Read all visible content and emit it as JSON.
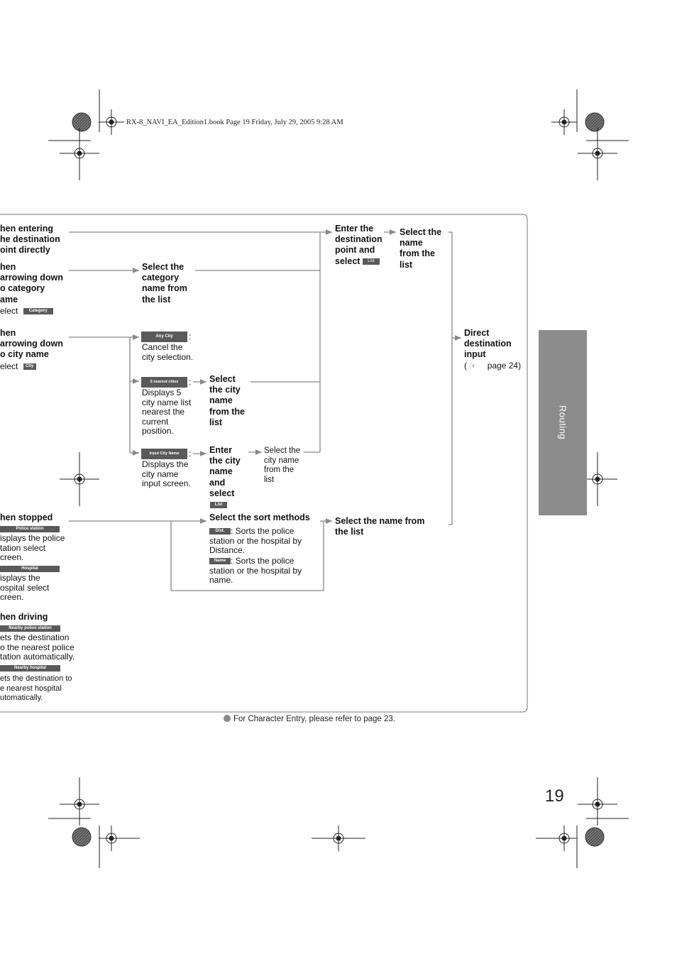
{
  "header": {
    "text": "RX-8_NAVI_EA_Edition1.book  Page 19  Friday, July 29, 2005  9:28 AM"
  },
  "side_tab": {
    "label": "Routing"
  },
  "page_number": "19",
  "footer_note": "For Character Entry, please refer to page 23.",
  "left": {
    "entering": [
      "hen entering",
      "he destination",
      "oint directly"
    ],
    "narrow_category": [
      "hen",
      "arrowing down",
      "o category",
      "ame"
    ],
    "narrow_category_select": "elect",
    "narrow_city": [
      "hen",
      "arrowing down",
      "o city name"
    ],
    "narrow_city_select": "elect",
    "stopped_title": "hen stopped",
    "stopped_police_desc": [
      "isplays the police",
      "tation select",
      "creen."
    ],
    "stopped_hospital_desc": [
      "isplays the",
      "ospital select",
      "creen."
    ],
    "driving_title": "hen driving",
    "driving_police_desc": [
      "ets the destination",
      "o the nearest police",
      "tation automatically."
    ],
    "driving_hospital_desc": [
      "ets the destination to",
      "e nearest hospital",
      "utomatically."
    ]
  },
  "buttons": {
    "category": "Category",
    "city": "City",
    "any_city": "Any City",
    "nearest_cities": "5 nearest cities",
    "input_city_name": "Input City Name",
    "list": "List",
    "police_station": "Police station",
    "hospital": "Hospital",
    "nearby_police": "Nearby police station",
    "nearby_hospital": "Nearby hospital",
    "dist": "Dist.",
    "name": "Name"
  },
  "middle": {
    "select_category": [
      "Select the",
      "category",
      "name from",
      "the list"
    ],
    "any_city_colon": ":",
    "any_city_desc": [
      "Cancel the",
      "city selection."
    ],
    "nearest_colon": ":",
    "nearest_desc": [
      "Displays 5",
      "city name list",
      "nearest the",
      "current",
      "position."
    ],
    "input_colon": ":",
    "input_desc": [
      "Displays the",
      "city name",
      "input screen."
    ],
    "select_city": [
      "Select",
      "the city",
      "name",
      "from the",
      "list"
    ],
    "enter_city": [
      "Enter",
      "the city",
      "name",
      "and",
      "select"
    ],
    "select_city_small": [
      "Select the",
      "city name",
      "from the",
      "list"
    ],
    "sort_title": "Select the sort methods",
    "sort_dist_desc": [
      ": Sorts the police",
      "station or the hospital by",
      "Distance."
    ],
    "sort_name_desc": [
      ": Sorts the police",
      "station or the hospital by",
      "name."
    ]
  },
  "right": {
    "enter_dest": [
      "Enter the",
      "destination",
      "point and",
      "select"
    ],
    "select_name_list": [
      "Select the",
      "name",
      "from the",
      "list"
    ],
    "select_name_from_list": [
      "Select the name from",
      "the list"
    ],
    "direct_input": [
      "Direct",
      "destination",
      "input"
    ],
    "page_ref": "page 24)",
    "page_ref_open": "("
  }
}
